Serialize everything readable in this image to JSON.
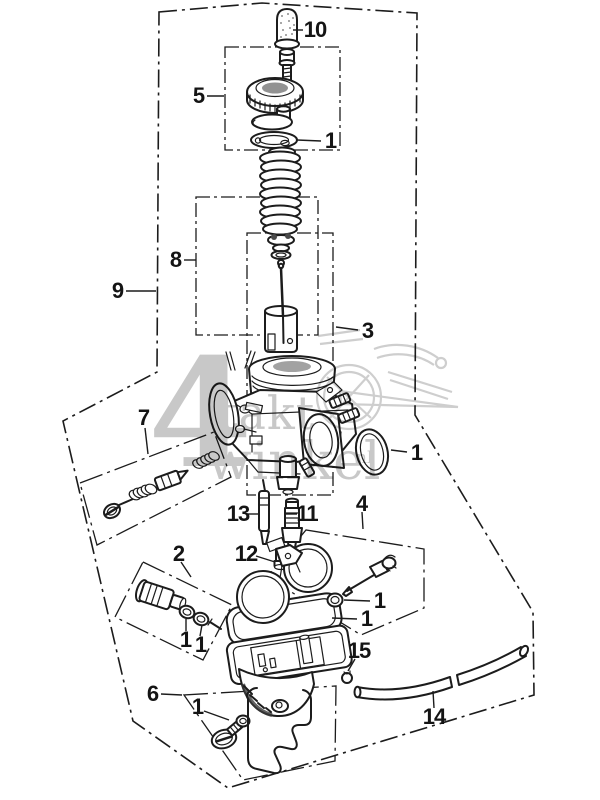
{
  "diagram": {
    "description": "Exploded parts diagram of a carburetor",
    "callouts": [
      {
        "label": "10"
      },
      {
        "label": "5"
      },
      {
        "label": "1"
      },
      {
        "label": "8"
      },
      {
        "label": "9"
      },
      {
        "label": "3"
      },
      {
        "label": "7"
      },
      {
        "label": "1"
      },
      {
        "label": "4"
      },
      {
        "label": "13"
      },
      {
        "label": "11"
      },
      {
        "label": "12"
      },
      {
        "label": "2"
      },
      {
        "label": "1"
      },
      {
        "label": "1"
      },
      {
        "label": "1"
      },
      {
        "label": "1"
      },
      {
        "label": "15"
      },
      {
        "label": "6"
      },
      {
        "label": "1"
      },
      {
        "label": "14"
      }
    ],
    "watermark": {
      "big": "4",
      "word": "takt",
      "word2": "winkel",
      "suffix": "nl"
    },
    "colors": {
      "ink": "#1c1c1c",
      "paper": "#ffffff",
      "watermark": "#c2c2c2",
      "ghost_sketch": "#c9c9c9"
    }
  }
}
